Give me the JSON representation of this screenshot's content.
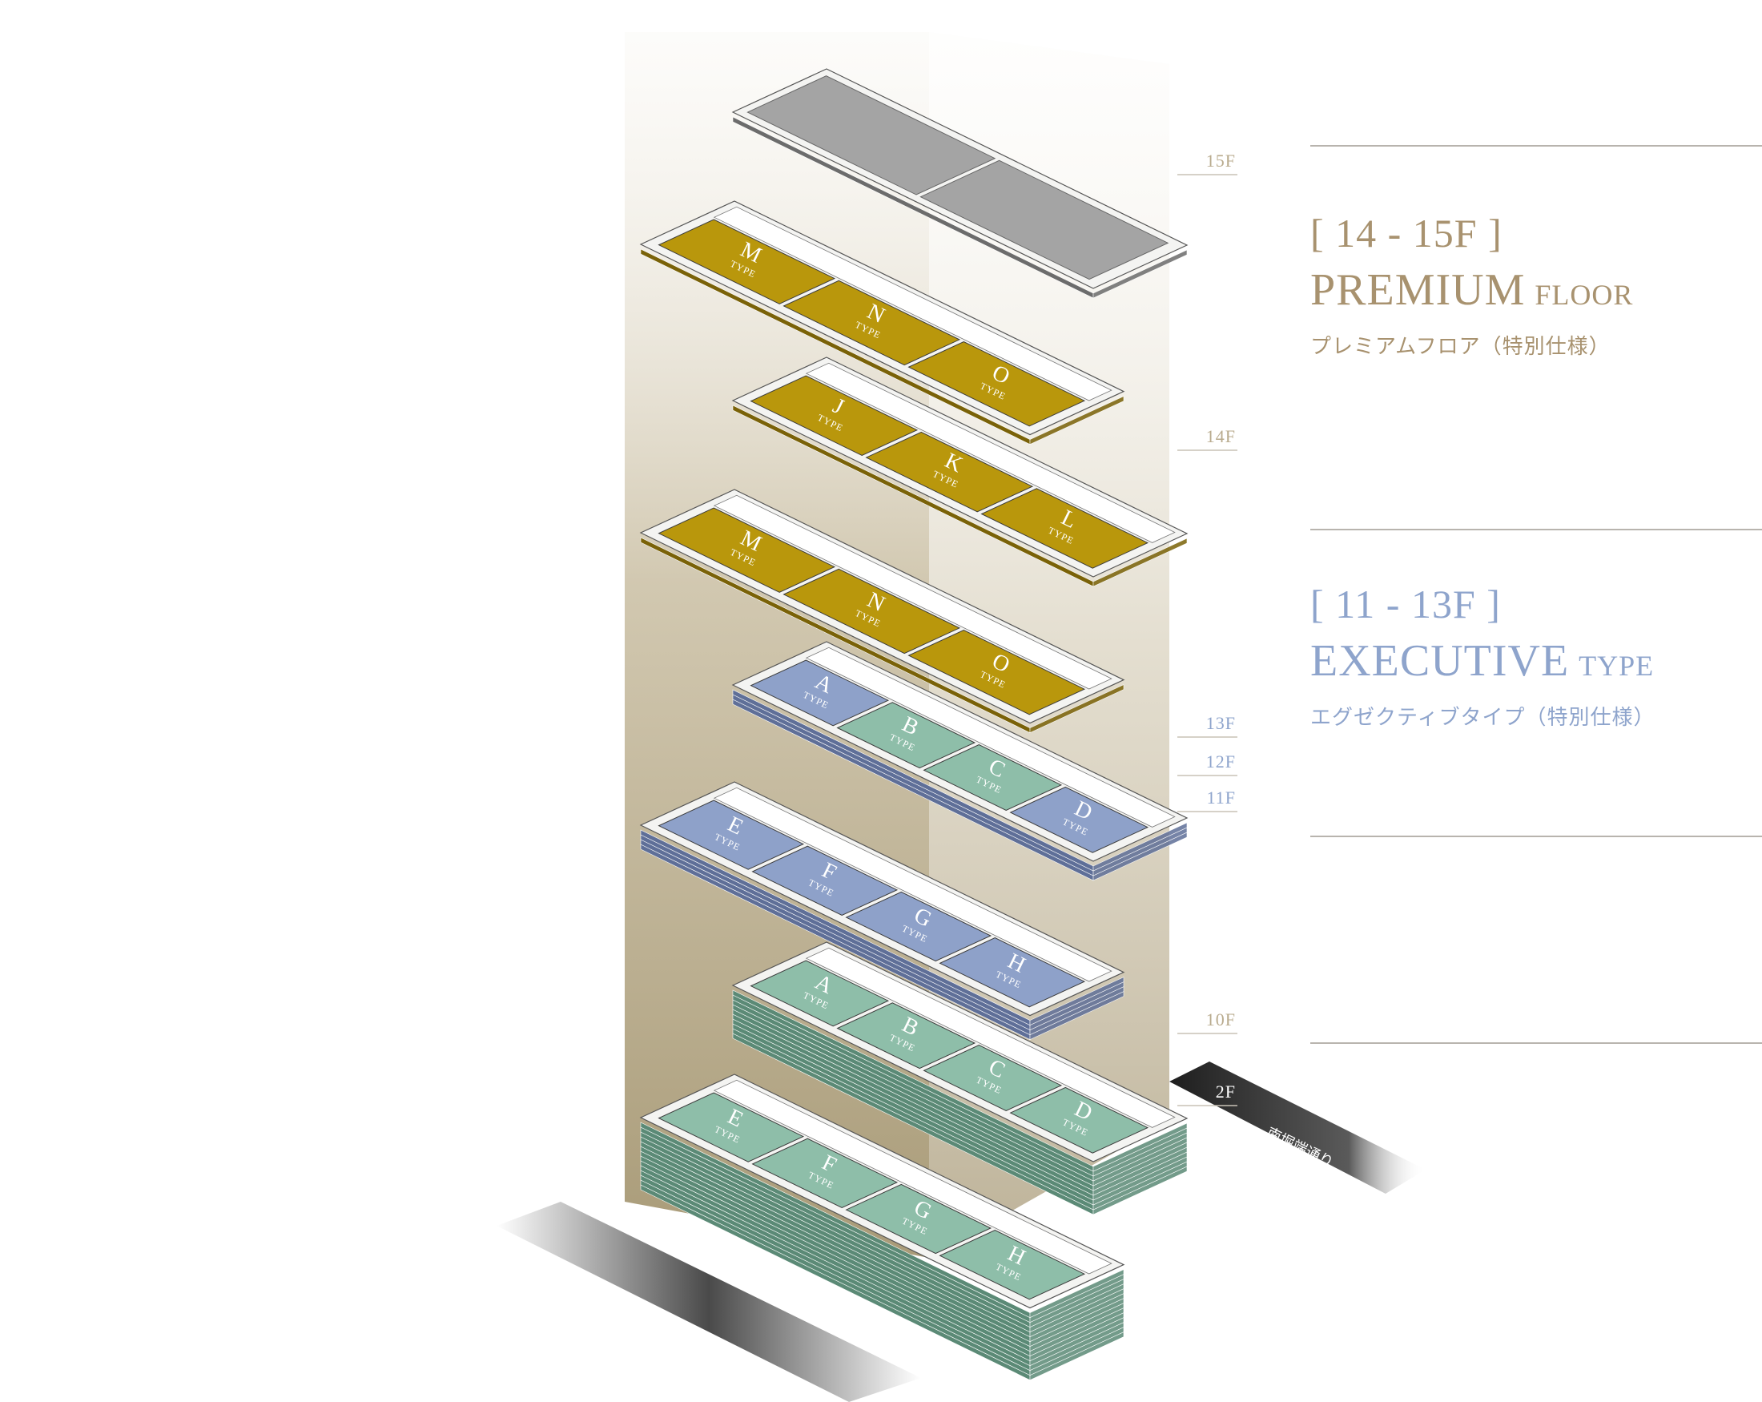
{
  "floor_labels": [
    "15F",
    "14F",
    "13F",
    "12F",
    "11F",
    "10F",
    "2F"
  ],
  "street_name": "南堀端通り",
  "unit_type_word": "TYPE",
  "layers": [
    {
      "id": "roof-15f",
      "style": "roof",
      "units": []
    },
    {
      "id": "premium-upper",
      "style": "gold",
      "units": [
        "M",
        "N",
        "O"
      ]
    },
    {
      "id": "premium-14f",
      "style": "gold",
      "units": [
        "J",
        "K",
        "L"
      ]
    },
    {
      "id": "premium-lower",
      "style": "gold",
      "units": [
        "M",
        "N",
        "O"
      ]
    },
    {
      "id": "exec-upper",
      "style": "mixed",
      "units": [
        "A",
        "B",
        "C",
        "D"
      ],
      "unit_colors": [
        "blue",
        "green",
        "green",
        "blue"
      ]
    },
    {
      "id": "exec-lower",
      "style": "blue",
      "units": [
        "E",
        "F",
        "G",
        "H"
      ]
    },
    {
      "id": "standard-upper",
      "style": "green",
      "units": [
        "A",
        "B",
        "C",
        "D"
      ]
    },
    {
      "id": "standard-lower",
      "style": "green",
      "units": [
        "E",
        "F",
        "G",
        "H"
      ]
    }
  ],
  "panels": {
    "premium": {
      "range": "[ 14 - 15F ]",
      "name": "PREMIUM",
      "name_sub": "FLOOR",
      "jp": "プレミアムフロア（特別仕様）",
      "color": "#a8926f"
    },
    "executive": {
      "range": "[ 11 - 13F ]",
      "name": "EXECUTIVE",
      "name_sub": "TYPE",
      "jp": "エグゼクティブタイプ（特別仕様）",
      "color": "#8ea4cc"
    }
  },
  "colors": {
    "gold": "#b9970c",
    "gold_dark": "#7a6208",
    "blue": "#8ea1c9",
    "blue_dark": "#5f6f98",
    "green": "#8ebea9",
    "green_dark": "#5b8a76",
    "roof": "#a4a4a4",
    "roof_dark": "#6c6c6c",
    "column": "#d9d1bd",
    "label_line": "#c8c2b6"
  }
}
